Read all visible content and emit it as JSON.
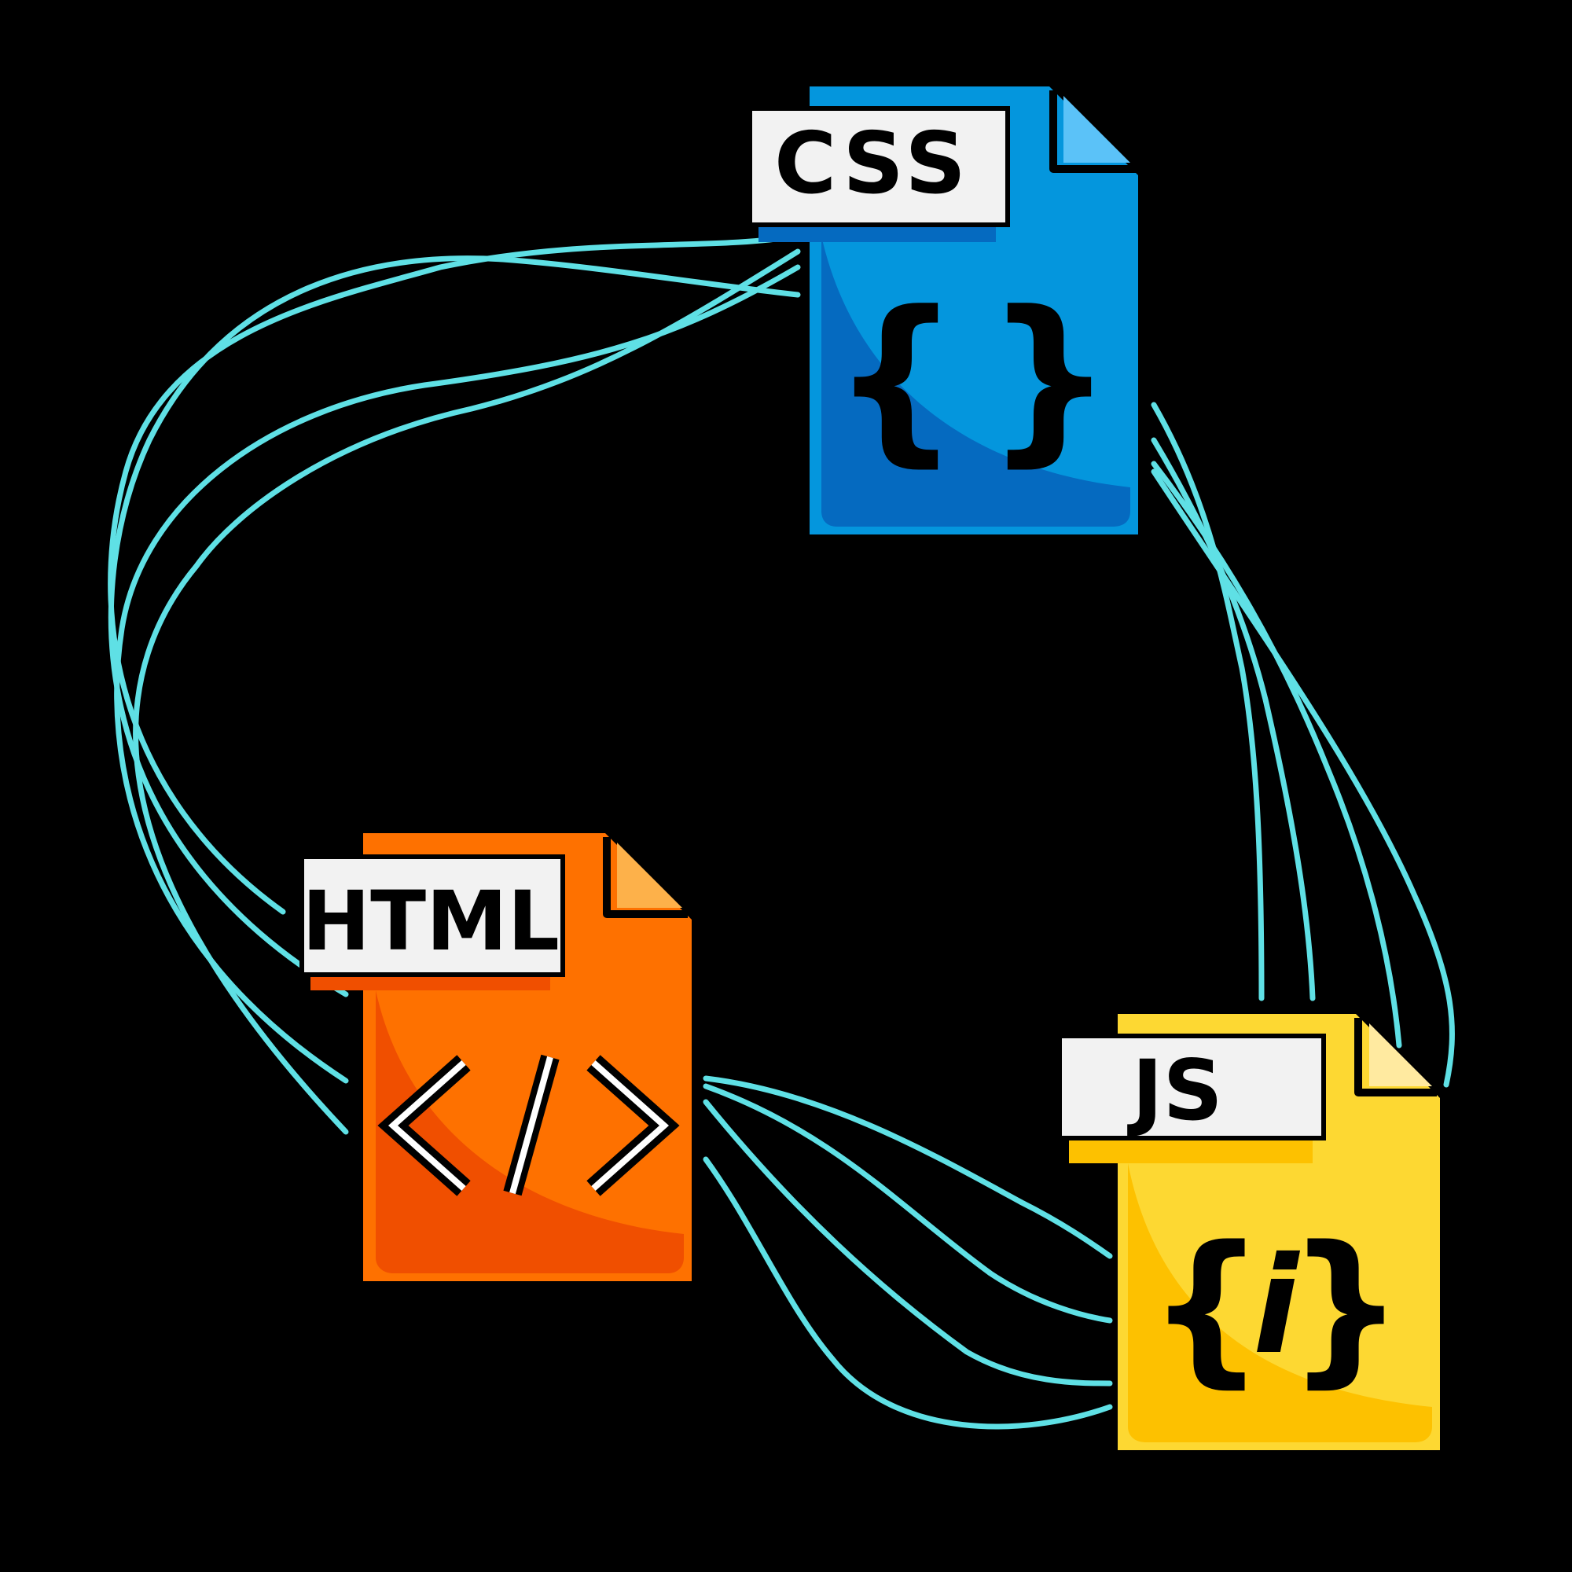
{
  "colors": {
    "background": "#000000",
    "wire": "#5FE0E5",
    "label_bg": "#F2F2F2",
    "outline": "#000000",
    "css_light": "#0496DD",
    "css_dark": "#056AC0",
    "css_fold": "#5BC2F8",
    "html_light": "#FE7100",
    "html_dark": "#F04F00",
    "html_fold": "#FDB14A",
    "js_light": "#FDD832",
    "js_dark": "#FDC100",
    "js_fold": "#FFEAA0"
  },
  "files": {
    "css": {
      "label": "CSS",
      "icon": "curly-braces-icon",
      "symbol_left": "{",
      "symbol_right": "}"
    },
    "html": {
      "label": "HTML",
      "icon": "code-tag-icon",
      "symbol": "</>"
    },
    "js": {
      "label": "JS",
      "icon": "braces-info-icon",
      "symbol_left": "{",
      "symbol_middle": "i",
      "symbol_right": "}"
    }
  },
  "connections": [
    {
      "from": "css",
      "to": "html",
      "count": 4
    },
    {
      "from": "css",
      "to": "js",
      "count": 4
    },
    {
      "from": "html",
      "to": "js",
      "count": 4
    }
  ]
}
